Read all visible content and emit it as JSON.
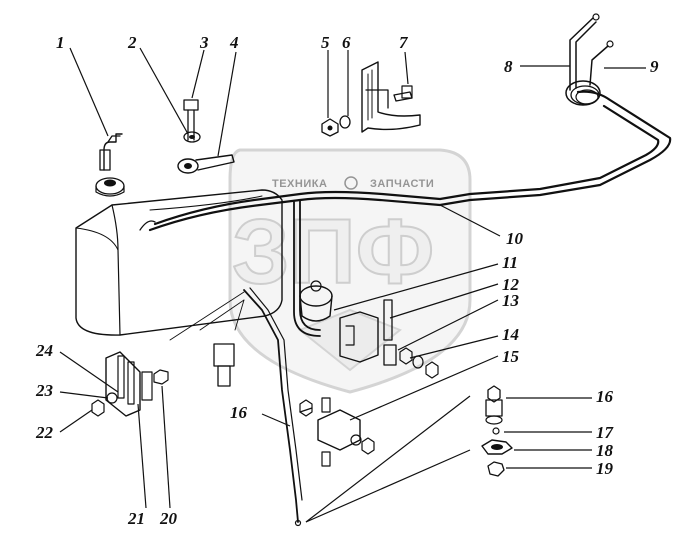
{
  "watermark": {
    "top_left": "ТЕХНИКА",
    "top_right": "ЗАПЧАСТИ",
    "big_letters": "ЗПФ"
  },
  "callouts": [
    "1",
    "2",
    "3",
    "4",
    "5",
    "6",
    "7",
    "8",
    "9",
    "10",
    "11",
    "12",
    "13",
    "14",
    "15",
    "16",
    "16",
    "17",
    "18",
    "19",
    "20",
    "21",
    "22",
    "23",
    "24"
  ],
  "colors": {
    "ink": "#111111",
    "watermark": "#c9c9c9"
  }
}
